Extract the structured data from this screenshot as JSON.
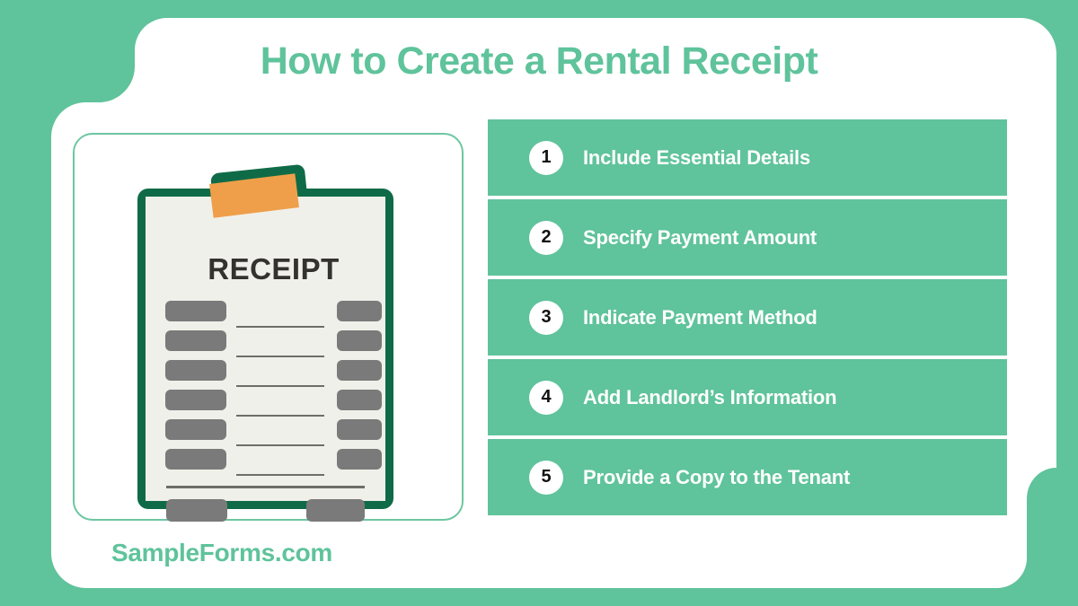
{
  "theme": {
    "accent_green": "#5FC39B",
    "dark_green": "#0F6B47",
    "orange": "#EF9F4A",
    "paper": "#F0F0EA",
    "gray_block": "#7A7A7A",
    "white": "#FFFFFF"
  },
  "header": {
    "title": "How to Create a Rental Receipt"
  },
  "illustration": {
    "document_title": "RECEIPT",
    "line_rows": 6,
    "footer_blocks": 2
  },
  "steps": [
    {
      "number": "1",
      "label": "Include Essential Details"
    },
    {
      "number": "2",
      "label": "Specify Payment Amount"
    },
    {
      "number": "3",
      "label": "Indicate Payment Method"
    },
    {
      "number": "4",
      "label": "Add Landlord’s Information"
    },
    {
      "number": "5",
      "label": "Provide a Copy to the Tenant"
    }
  ],
  "footer": {
    "brand": "SampleForms.com"
  }
}
